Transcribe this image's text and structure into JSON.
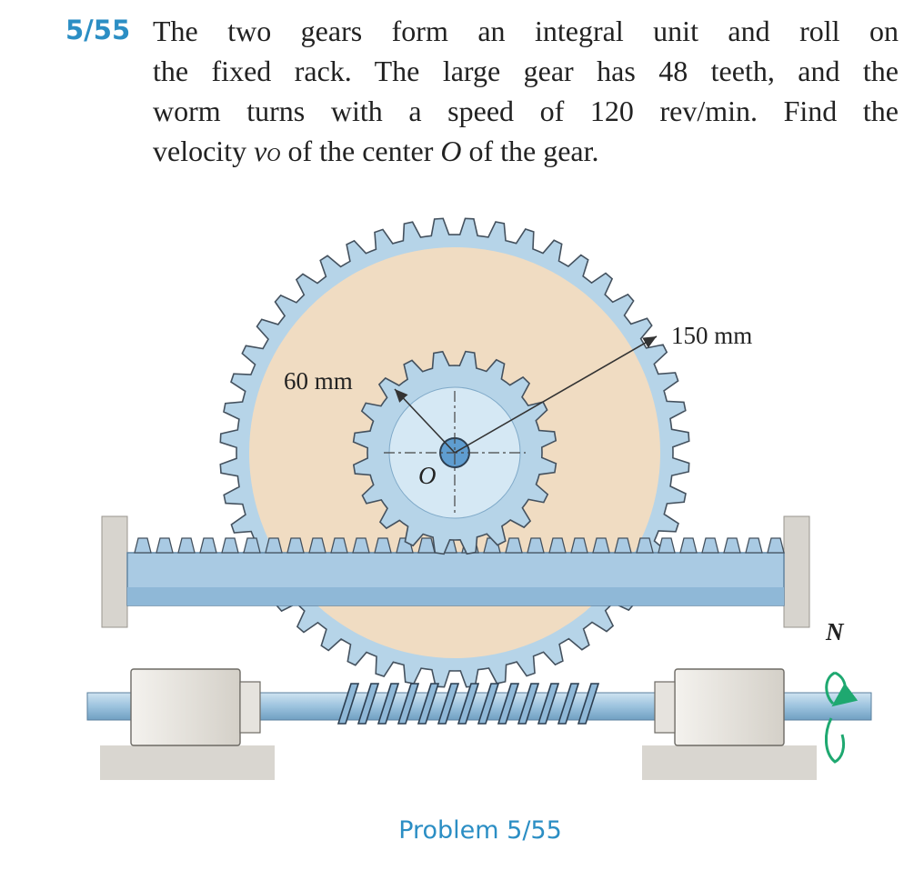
{
  "problem": {
    "number": "5/55",
    "statement_lines": [
      "The two gears form an integral unit and roll on",
      "the fixed rack. The large gear has 48 teeth, and the",
      "worm turns with a speed of 120 rev/min. Find the"
    ],
    "line4_pre": "velocity ",
    "line4_v": "v",
    "line4_sub": "O",
    "line4_mid": " of the center ",
    "line4_O": "O",
    "line4_post": " of the gear."
  },
  "figure": {
    "label_small_radius": "60 mm",
    "label_large_radius": "150 mm",
    "label_center": "O",
    "label_speed": "N",
    "caption": "Problem 5/55"
  },
  "colors": {
    "accent": "#2b8ec4",
    "gear_face": "#f0dcc2",
    "gear_rim": "#b6d4e8",
    "gear_stroke": "#44515e",
    "rotation_arrow": "#1ea870"
  }
}
